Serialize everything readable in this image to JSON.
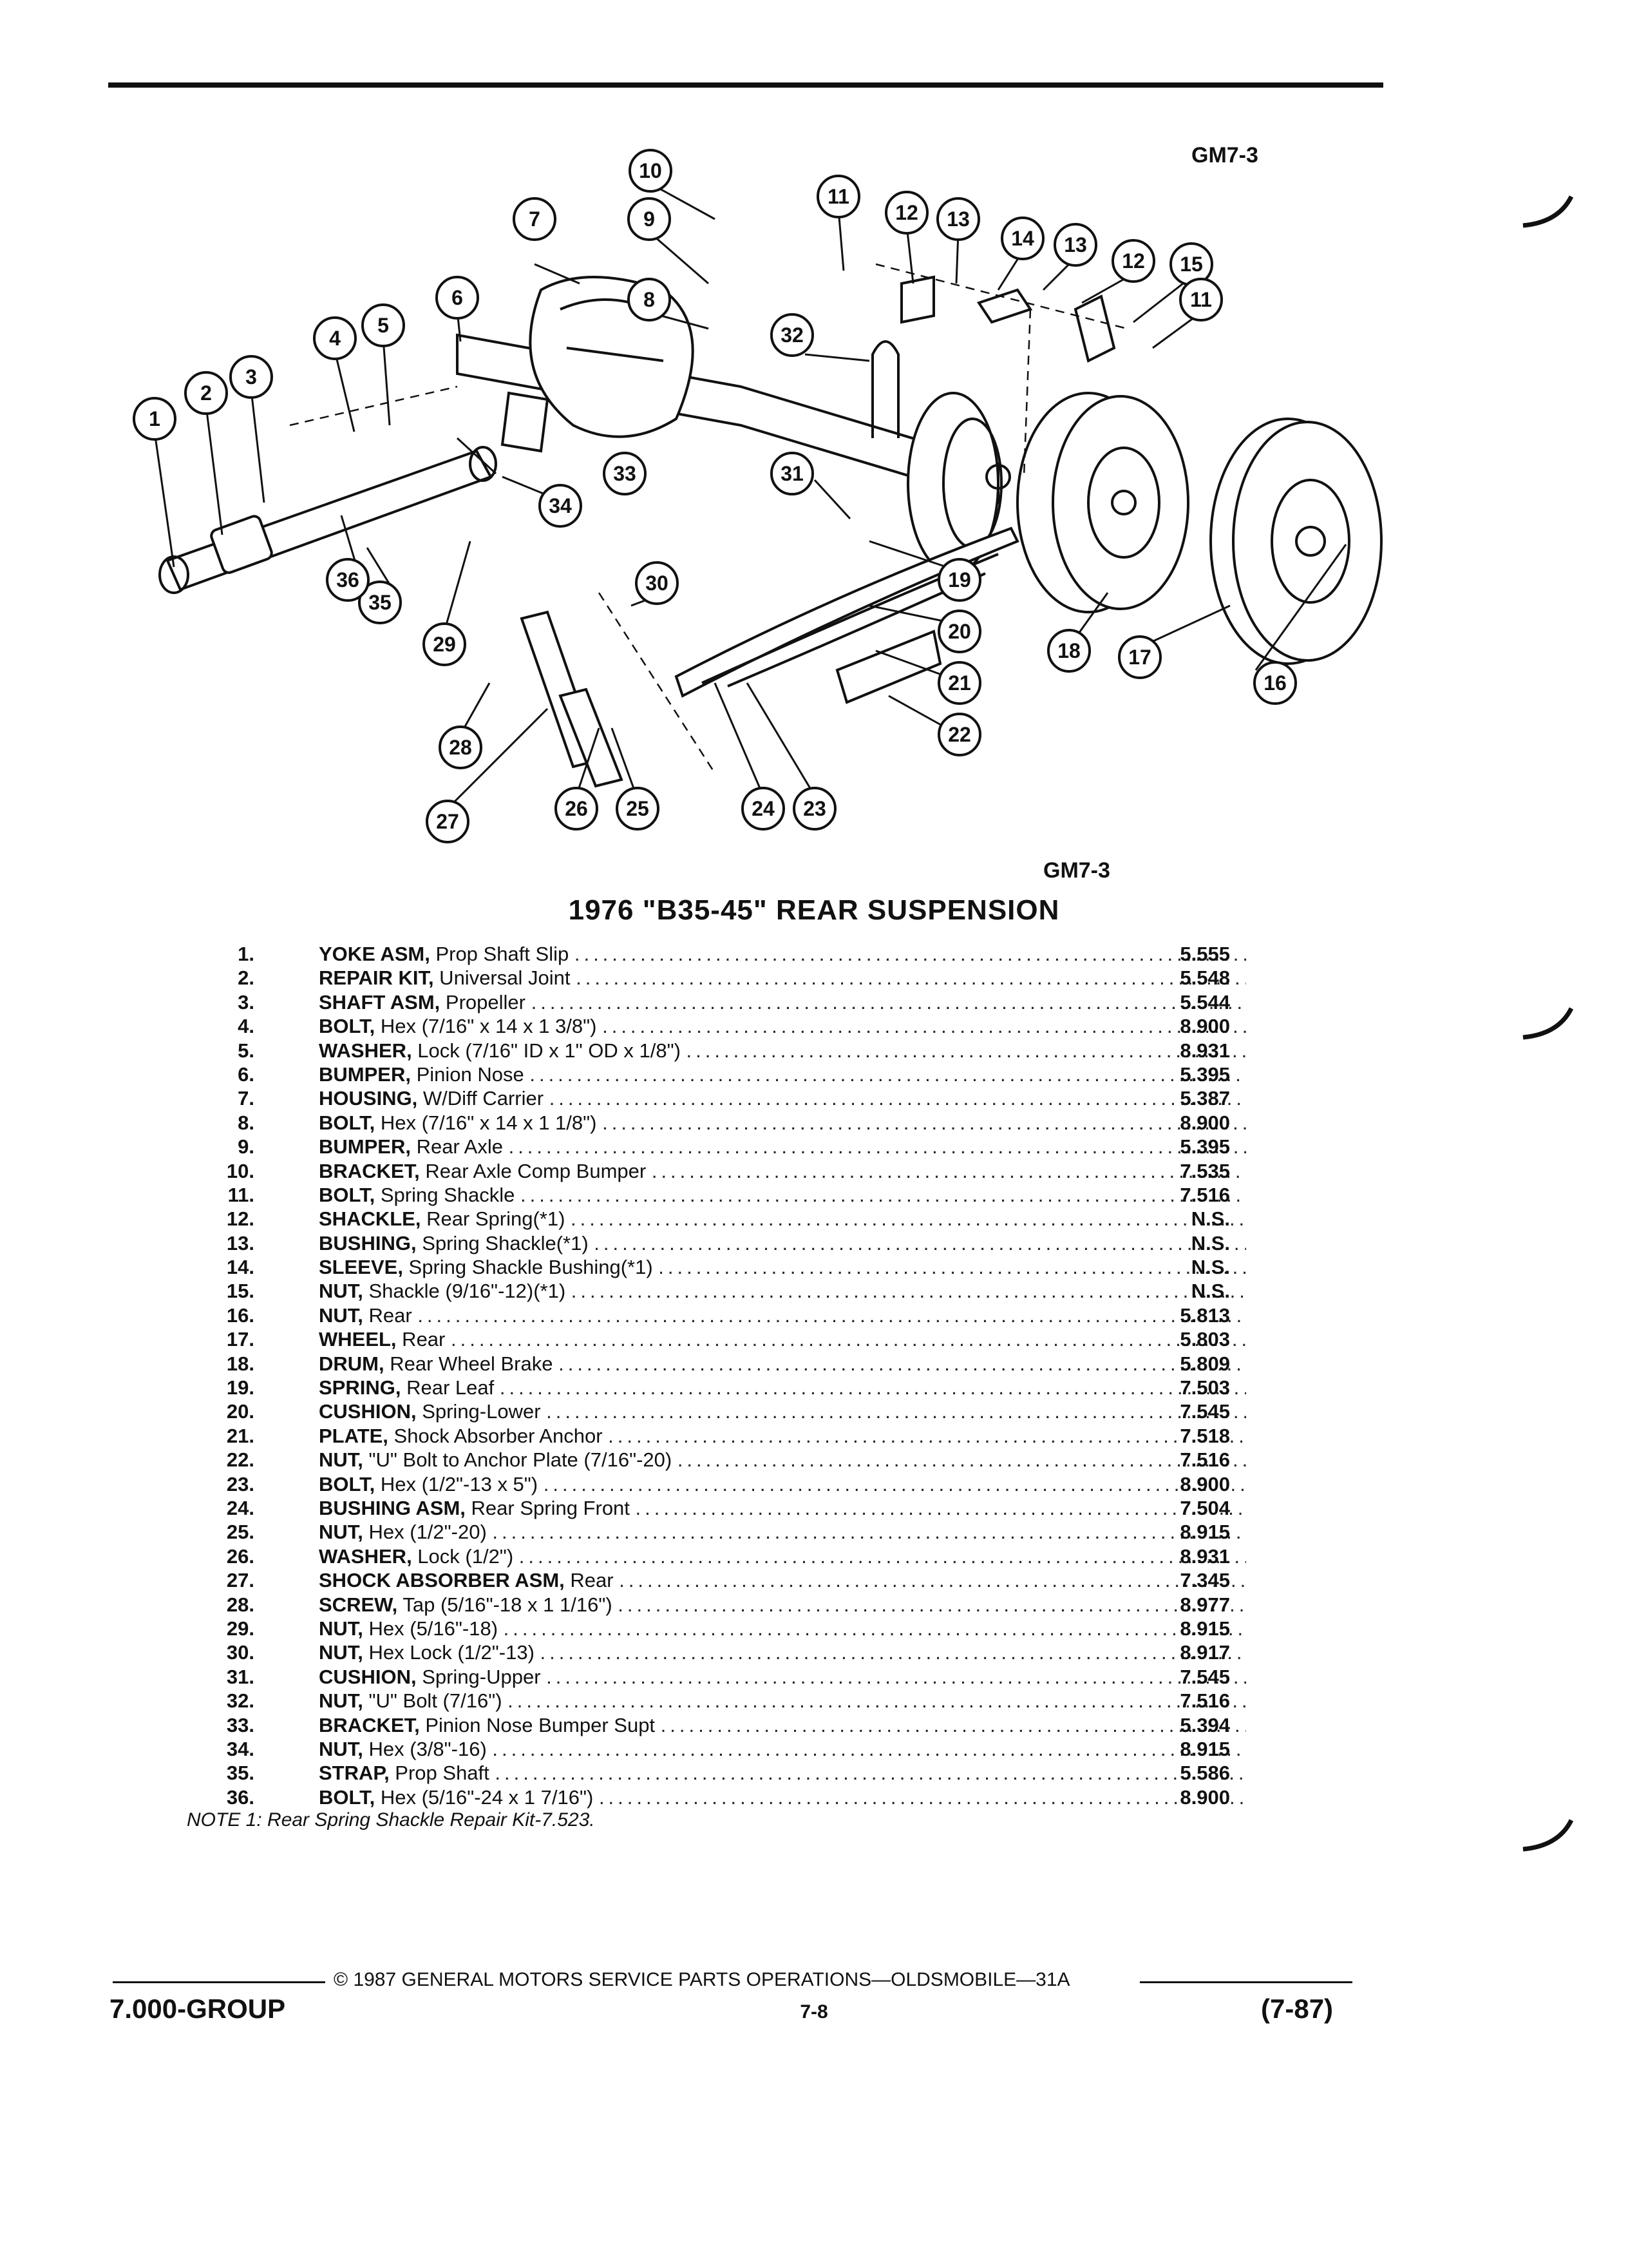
{
  "figure_code_top": "GM7-3",
  "figure_code_bottom": "GM7-3",
  "title": "1976 \"B35-45\" REAR SUSPENSION",
  "callouts": [
    "1",
    "2",
    "3",
    "4",
    "5",
    "6",
    "7",
    "8",
    "9",
    "10",
    "11",
    "12",
    "13",
    "14",
    "13",
    "12",
    "15",
    "11",
    "32",
    "33",
    "34",
    "35",
    "36",
    "31",
    "30",
    "29",
    "28",
    "27",
    "26",
    "25",
    "24",
    "23",
    "22",
    "21",
    "20",
    "19",
    "18",
    "17",
    "16"
  ],
  "parts": [
    {
      "num": "1.",
      "name": "YOKE ASM,",
      "desc": "Prop Shaft Slip",
      "pn": "5.555"
    },
    {
      "num": "2.",
      "name": "REPAIR KIT,",
      "desc": "Universal Joint",
      "pn": "5.548"
    },
    {
      "num": "3.",
      "name": "SHAFT ASM,",
      "desc": "Propeller",
      "pn": "5.544"
    },
    {
      "num": "4.",
      "name": "BOLT,",
      "desc": "Hex (7/16\" x 14 x 1 3/8\")",
      "pn": "8.900"
    },
    {
      "num": "5.",
      "name": "WASHER,",
      "desc": "Lock (7/16\" ID x 1\" OD x 1/8\")",
      "pn": "8.931"
    },
    {
      "num": "6.",
      "name": "BUMPER,",
      "desc": "Pinion Nose",
      "pn": "5.395"
    },
    {
      "num": "7.",
      "name": "HOUSING,",
      "desc": "W/Diff Carrier",
      "pn": "5.387"
    },
    {
      "num": "8.",
      "name": "BOLT,",
      "desc": "Hex (7/16\" x 14 x 1 1/8\")",
      "pn": "8.900"
    },
    {
      "num": "9.",
      "name": "BUMPER,",
      "desc": "Rear Axle",
      "pn": "5.395"
    },
    {
      "num": "10.",
      "name": "BRACKET,",
      "desc": "Rear Axle Comp Bumper",
      "pn": "7.535"
    },
    {
      "num": "11.",
      "name": "BOLT,",
      "desc": "Spring Shackle",
      "pn": "7.516"
    },
    {
      "num": "12.",
      "name": "SHACKLE,",
      "desc": "Rear Spring(*1)",
      "pn": "N.S."
    },
    {
      "num": "13.",
      "name": "BUSHING,",
      "desc": "Spring Shackle(*1)",
      "pn": "N.S."
    },
    {
      "num": "14.",
      "name": "SLEEVE,",
      "desc": "Spring Shackle Bushing(*1)",
      "pn": "N.S."
    },
    {
      "num": "15.",
      "name": "NUT,",
      "desc": "Shackle (9/16\"-12)(*1)",
      "pn": "N.S."
    },
    {
      "num": "16.",
      "name": "NUT,",
      "desc": "Rear",
      "pn": "5.813"
    },
    {
      "num": "17.",
      "name": "WHEEL,",
      "desc": "Rear",
      "pn": "5.803"
    },
    {
      "num": "18.",
      "name": "DRUM,",
      "desc": "Rear Wheel Brake",
      "pn": "5.809"
    },
    {
      "num": "19.",
      "name": "SPRING,",
      "desc": "Rear Leaf",
      "pn": "7.503"
    },
    {
      "num": "20.",
      "name": "CUSHION,",
      "desc": "Spring-Lower",
      "pn": "7.545"
    },
    {
      "num": "21.",
      "name": "PLATE,",
      "desc": "Shock Absorber Anchor",
      "pn": "7.518"
    },
    {
      "num": "22.",
      "name": "NUT,",
      "desc": "\"U\" Bolt to Anchor Plate (7/16\"-20)",
      "pn": "7.516"
    },
    {
      "num": "23.",
      "name": "BOLT,",
      "desc": "Hex (1/2\"-13 x 5\")",
      "pn": "8.900"
    },
    {
      "num": "24.",
      "name": "BUSHING ASM,",
      "desc": "Rear Spring Front",
      "pn": "7.504"
    },
    {
      "num": "25.",
      "name": "NUT,",
      "desc": "Hex (1/2\"-20)",
      "pn": "8.915"
    },
    {
      "num": "26.",
      "name": "WASHER,",
      "desc": "Lock (1/2\")",
      "pn": "8.931"
    },
    {
      "num": "27.",
      "name": "SHOCK ABSORBER ASM,",
      "desc": "Rear",
      "pn": "7.345"
    },
    {
      "num": "28.",
      "name": "SCREW,",
      "desc": "Tap (5/16\"-18 x 1 1/16\")",
      "pn": "8.977"
    },
    {
      "num": "29.",
      "name": "NUT,",
      "desc": "Hex (5/16\"-18)",
      "pn": "8.915"
    },
    {
      "num": "30.",
      "name": "NUT,",
      "desc": "Hex Lock (1/2\"-13)",
      "pn": "8.917"
    },
    {
      "num": "31.",
      "name": "CUSHION,",
      "desc": "Spring-Upper",
      "pn": "7.545"
    },
    {
      "num": "32.",
      "name": "NUT,",
      "desc": "\"U\" Bolt (7/16\")",
      "pn": "7.516"
    },
    {
      "num": "33.",
      "name": "BRACKET,",
      "desc": "Pinion Nose Bumper Supt",
      "pn": "5.394"
    },
    {
      "num": "34.",
      "name": "NUT,",
      "desc": "Hex (3/8\"-16)",
      "pn": "8.915"
    },
    {
      "num": "35.",
      "name": "STRAP,",
      "desc": "Prop Shaft",
      "pn": "5.586"
    },
    {
      "num": "36.",
      "name": "BOLT,",
      "desc": "Hex (5/16\"-24 x 1 7/16\")",
      "pn": "8.900"
    }
  ],
  "note": "NOTE 1: Rear Spring Shackle Repair Kit-7.523.",
  "footer": {
    "copyright": "© 1987 GENERAL MOTORS SERVICE PARTS OPERATIONS—OLDSMOBILE—31A",
    "group": "7.000-GROUP",
    "page": "7-8",
    "date": "(7-87)"
  }
}
